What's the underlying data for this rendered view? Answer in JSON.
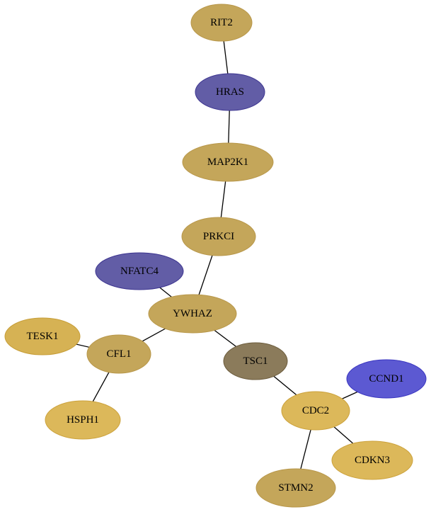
{
  "graph": {
    "nodes": [
      {
        "id": "RIT2",
        "label": "RIT2",
        "fill": "#c4a65a",
        "stroke": "#b8974a"
      },
      {
        "id": "HRAS",
        "label": "HRAS",
        "fill": "#625da6",
        "stroke": "#3d3590"
      },
      {
        "id": "MAP2K1",
        "label": "MAP2K1",
        "fill": "#c4a65a",
        "stroke": "#b8974a"
      },
      {
        "id": "PRKCI",
        "label": "PRKCI",
        "fill": "#c4a65a",
        "stroke": "#b8974a"
      },
      {
        "id": "NFATC4",
        "label": "NFATC4",
        "fill": "#625da6",
        "stroke": "#3d3590"
      },
      {
        "id": "YWHAZ",
        "label": "YWHAZ",
        "fill": "#c4a65a",
        "stroke": "#b8974a"
      },
      {
        "id": "TESK1",
        "label": "TESK1",
        "fill": "#d6b254",
        "stroke": "#c79e38"
      },
      {
        "id": "CFL1",
        "label": "CFL1",
        "fill": "#c4a65a",
        "stroke": "#b8974a"
      },
      {
        "id": "TSC1",
        "label": "TSC1",
        "fill": "#8b7b5b",
        "stroke": "#6d5d3e"
      },
      {
        "id": "CCND1",
        "label": "CCND1",
        "fill": "#5c59d2",
        "stroke": "#3a36c0"
      },
      {
        "id": "HSPH1",
        "label": "HSPH1",
        "fill": "#dcb85a",
        "stroke": "#cca23c"
      },
      {
        "id": "CDC2",
        "label": "CDC2",
        "fill": "#dcb85a",
        "stroke": "#cca23c"
      },
      {
        "id": "CDKN3",
        "label": "CDKN3",
        "fill": "#dcb85a",
        "stroke": "#cca23c"
      },
      {
        "id": "STMN2",
        "label": "STMN2",
        "fill": "#c4a65a",
        "stroke": "#b8974a"
      }
    ],
    "edges": [
      {
        "source": "RIT2",
        "target": "HRAS"
      },
      {
        "source": "HRAS",
        "target": "MAP2K1"
      },
      {
        "source": "MAP2K1",
        "target": "PRKCI"
      },
      {
        "source": "PRKCI",
        "target": "YWHAZ"
      },
      {
        "source": "NFATC4",
        "target": "YWHAZ"
      },
      {
        "source": "YWHAZ",
        "target": "CFL1"
      },
      {
        "source": "YWHAZ",
        "target": "TSC1"
      },
      {
        "source": "TESK1",
        "target": "CFL1"
      },
      {
        "source": "CFL1",
        "target": "HSPH1"
      },
      {
        "source": "TSC1",
        "target": "CDC2"
      },
      {
        "source": "CCND1",
        "target": "CDC2"
      },
      {
        "source": "CDC2",
        "target": "CDKN3"
      },
      {
        "source": "CDC2",
        "target": "STMN2"
      }
    ]
  }
}
